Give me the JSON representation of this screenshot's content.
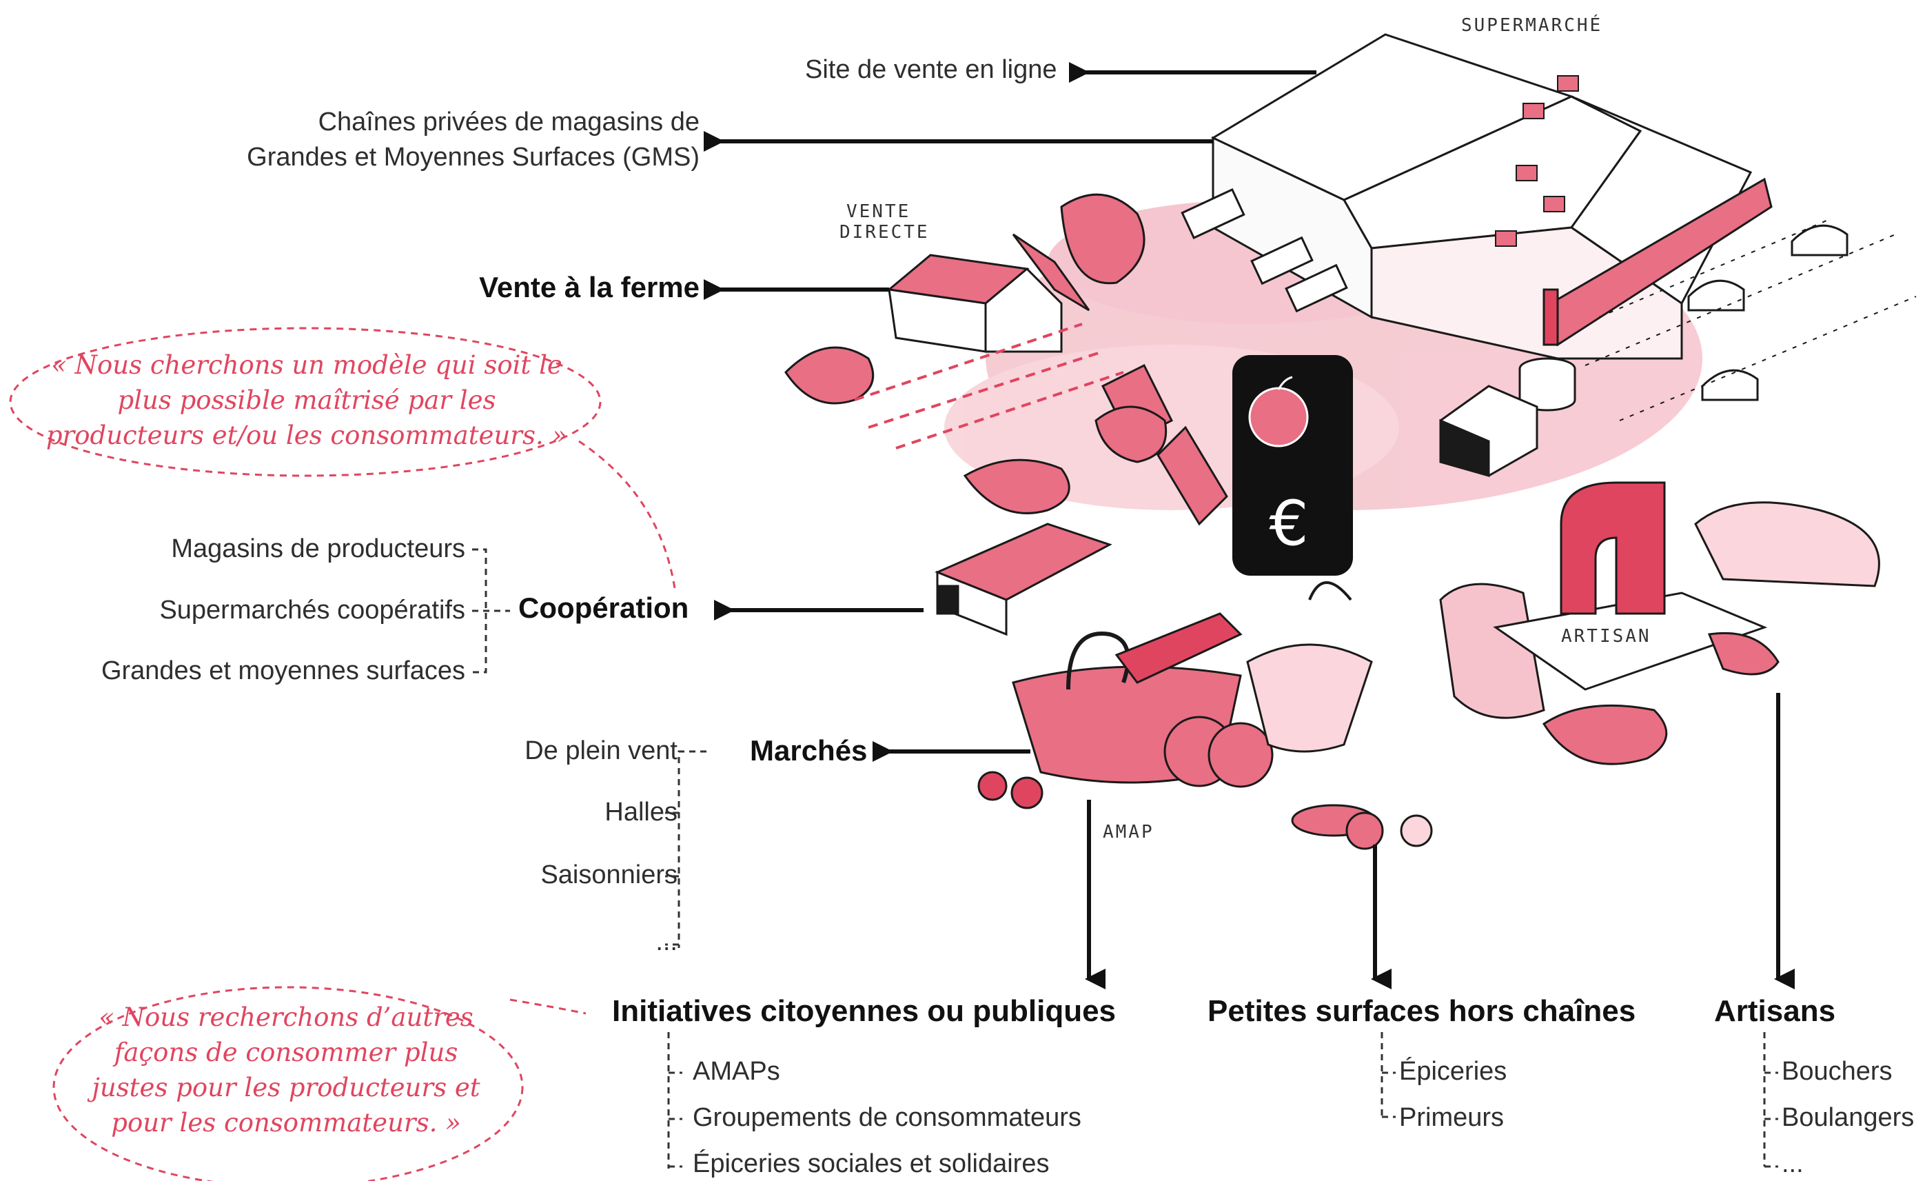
{
  "illustration_labels": {
    "supermarche": "SUPERMARCHÉ",
    "vente_directe_line1": "VENTE",
    "vente_directe_line2": "DIRECTE",
    "artisan": "ARTISAN",
    "amap": "AMAP"
  },
  "left_labels": {
    "site_vente": "Site de vente en ligne",
    "chaines_line1": "Chaînes privées de magasins de",
    "chaines_line2": "Grandes et Moyennes Surfaces (GMS)",
    "vente_ferme": "Vente à la ferme"
  },
  "quotes": {
    "q1": "« Nous cherchons un modèle qui soit le plus possible maîtrisé par les producteurs et/ou les consommateurs. »",
    "q2": "« Nous recherchons d’autres façons de consommer plus justes pour les producteurs et pour les consommateurs. »"
  },
  "cooperation": {
    "title": "Coopération",
    "items": [
      "Magasins de producteurs",
      "Supermarchés coopératifs",
      "Grandes et moyennes surfaces"
    ]
  },
  "marches": {
    "title": "Marchés",
    "items": [
      "De plein vent",
      "Halles",
      "Saisonniers",
      "..."
    ]
  },
  "initiatives": {
    "title": "Initiatives citoyennes ou publiques",
    "items": [
      "AMAPs",
      "Groupements de consommateurs",
      "Épiceries sociales et solidaires"
    ]
  },
  "petites_surfaces": {
    "title": "Petites surfaces hors chaînes",
    "items": [
      "Épiceries",
      "Primeurs"
    ]
  },
  "artisans": {
    "title": "Artisans",
    "items": [
      "Bouchers",
      "Boulangers",
      "..."
    ]
  },
  "colors": {
    "accent_red": "#e0455f",
    "ink": "#111111",
    "wash": "#e86f84"
  }
}
